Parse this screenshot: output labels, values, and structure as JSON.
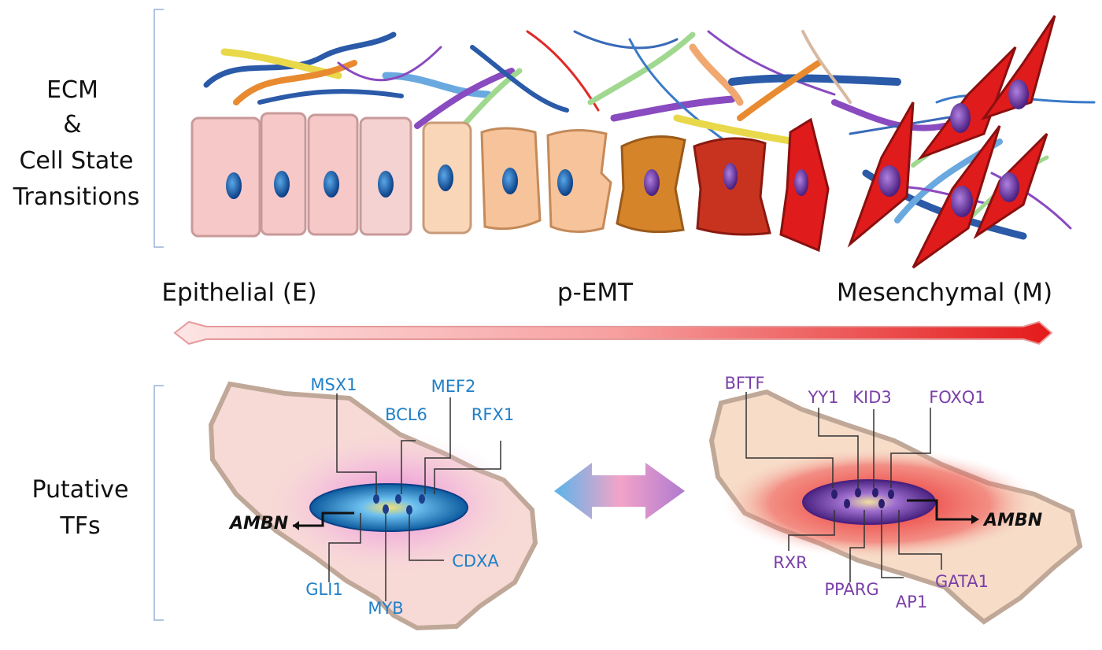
{
  "sections": {
    "top": [
      "ECM",
      "&",
      "Cell State",
      "Transitions"
    ],
    "bottom": [
      "Putative",
      "TFs"
    ]
  },
  "axis": {
    "left": "Epithelial (E)",
    "middle": "p-EMT",
    "right": "Mesenchymal (M)"
  },
  "epithelial_cell": {
    "gene": "AMBN",
    "tfs": [
      "MSX1",
      "MEF2",
      "BCL6",
      "RFX1",
      "CDXA",
      "GLI1",
      "MYB"
    ]
  },
  "mesenchymal_cell": {
    "gene": "AMBN",
    "tfs": [
      "BFTF",
      "YY1",
      "KID3",
      "FOXQ1",
      "RXR",
      "PPARG",
      "AP1",
      "GATA1"
    ]
  },
  "colors": {
    "epithelial": "#f6c8c8",
    "intermediate": "#f7c39a",
    "mesenchymal": "#e01b1b",
    "tf_blue": "#1f7fc8",
    "tf_purple": "#7a3fa8"
  }
}
